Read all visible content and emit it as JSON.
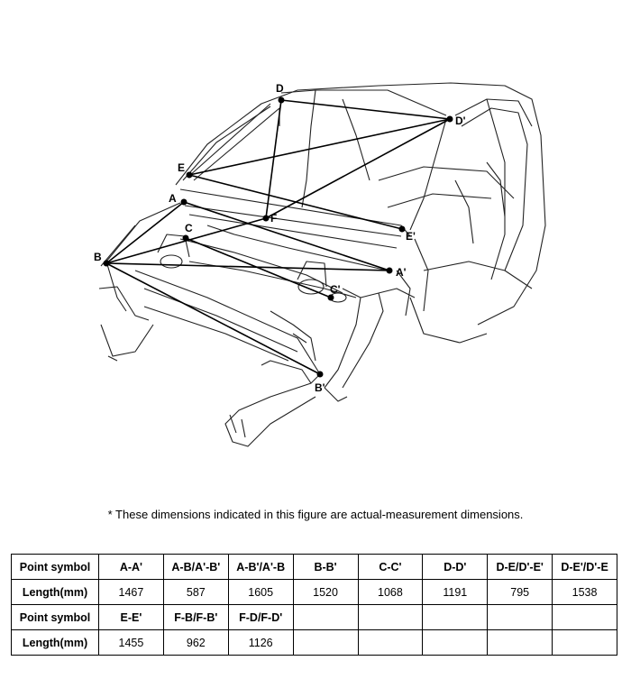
{
  "figure": {
    "points": [
      {
        "id": "D",
        "label": "D"
      },
      {
        "id": "Dp",
        "label": "D'"
      },
      {
        "id": "E",
        "label": "E"
      },
      {
        "id": "Ep",
        "label": "E'"
      },
      {
        "id": "A",
        "label": "A"
      },
      {
        "id": "Ap",
        "label": "A'"
      },
      {
        "id": "C",
        "label": "C"
      },
      {
        "id": "Cp",
        "label": "C'"
      },
      {
        "id": "B",
        "label": "B"
      },
      {
        "id": "Bp",
        "label": "B'"
      },
      {
        "id": "F",
        "label": "F"
      }
    ]
  },
  "note": "*  These dimensions indicated in this figure are actual-measurement dimensions.",
  "table": {
    "rows": [
      {
        "header": "Point symbol",
        "cells": [
          "A-A'",
          "A-B/A'-B'",
          "A-B'/A'-B",
          "B-B'",
          "C-C'",
          "D-D'",
          "D-E/D'-E'",
          "D-E'/D'-E"
        ],
        "is_header": true
      },
      {
        "header": "Length(mm)",
        "cells": [
          "1467",
          "587",
          "1605",
          "1520",
          "1068",
          "1191",
          "795",
          "1538"
        ],
        "is_header": false
      },
      {
        "header": "Point symbol",
        "cells": [
          "E-E'",
          "F-B/F-B'",
          "F-D/F-D'",
          "",
          "",
          "",
          "",
          ""
        ],
        "is_header": true
      },
      {
        "header": "Length(mm)",
        "cells": [
          "1455",
          "962",
          "1126",
          "",
          "",
          "",
          "",
          ""
        ],
        "is_header": false
      }
    ]
  }
}
